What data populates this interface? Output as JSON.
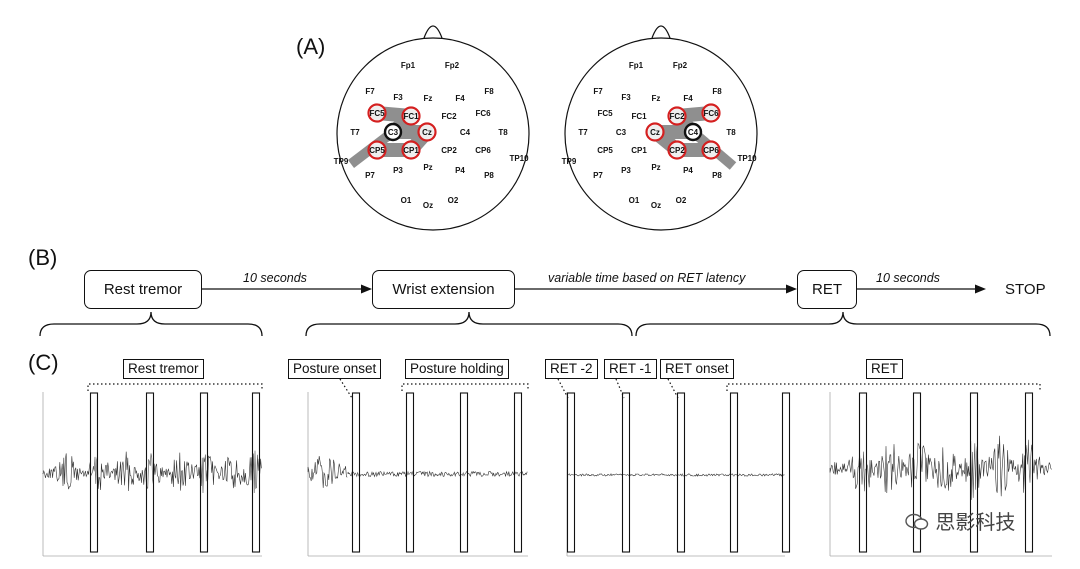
{
  "panels": {
    "a": "(A)",
    "b": "(B)",
    "c": "(C)"
  },
  "heads": {
    "left": {
      "electrodes": [
        "Fp1",
        "Fp2",
        "F7",
        "F3",
        "Fz",
        "F4",
        "F8",
        "FC5",
        "FC1",
        "FC2",
        "FC6",
        "T7",
        "C3",
        "Cz",
        "C4",
        "T8",
        "CP5",
        "CP1",
        "CP2",
        "CP6",
        "TP9",
        "TP10",
        "P7",
        "P3",
        "Pz",
        "P4",
        "P8",
        "O1",
        "Oz",
        "O2"
      ],
      "highlighted": [
        "FC5",
        "FC1",
        "Cz",
        "CP5",
        "CP1"
      ],
      "center": "C3"
    },
    "right": {
      "electrodes": [
        "Fp1",
        "Fp2",
        "F7",
        "F3",
        "Fz",
        "F4",
        "F8",
        "FC5",
        "FC1",
        "FC2",
        "FC6",
        "T7",
        "C3",
        "Cz",
        "C4",
        "T8",
        "CP5",
        "CP1",
        "CP2",
        "CP6",
        "TP9",
        "TP10",
        "P7",
        "P3",
        "Pz",
        "P4",
        "P8",
        "O1",
        "Oz",
        "O2"
      ],
      "highlighted": [
        "FC2",
        "FC6",
        "Cz",
        "CP2",
        "CP6"
      ],
      "center": "C4"
    }
  },
  "flow": {
    "rest_tremor": "Rest tremor",
    "wrist_extension": "Wrist extension",
    "ret": "RET",
    "stop": "STOP",
    "t1": "10 seconds",
    "t2": "variable time based on RET latency",
    "t3": "10 seconds"
  },
  "segments": {
    "rest_tremor": "Rest tremor",
    "posture_onset": "Posture onset",
    "posture_holding": "Posture holding",
    "ret_m2": "RET -2",
    "ret_m1": "RET -1",
    "ret_onset": "RET onset",
    "ret": "RET"
  },
  "watermark": "思影科技",
  "colors": {
    "highlight_ring": "#d42020",
    "path": "#8f8f8f",
    "line": "#111111"
  }
}
